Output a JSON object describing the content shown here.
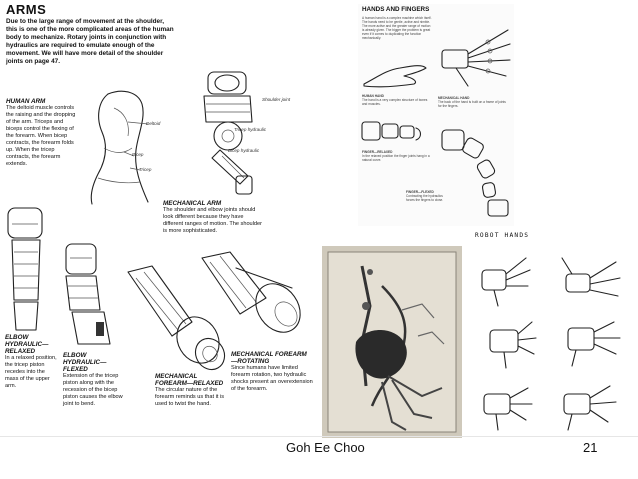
{
  "left_page": {
    "heading": "ARMS",
    "intro": "Due to the large range of movement at the shoulder, this is one of the more complicated areas of the human body to mechanize. Rotary joints in conjunction with hydraulics are required to emulate enough of the movement. We will have more detail of the shoulder joints on page 47.",
    "human_arm": {
      "title": "HUMAN ARM",
      "text": "The deltoid muscle controls the raising and the dropping of the arm. Triceps and biceps control the flexing of the forearm. When bicep contracts, the forearm folds up. When the tricep contracts, the forearm extends.",
      "labels": [
        "Deltoid",
        "Bicep",
        "Tricep"
      ]
    },
    "mech_arm_labels": [
      "Shoulder joint",
      "Tricep hydraulic",
      "Bicep hydraulic"
    ],
    "mechanical_arm": {
      "title": "MECHANICAL ARM",
      "text": "The shoulder and elbow joints should look different because they have different ranges of motion. The shoulder is more sophisticated."
    },
    "elbow_relaxed": {
      "title": "ELBOW HYDRAULIC—RELAXED",
      "text": "In a relaxed position, the tricep piston recedes into the mass of the upper arm."
    },
    "elbow_flexed": {
      "title": "ELBOW HYDRAULIC—FLEXED",
      "text": "Extension of the tricep piston along with the recession of the bicep piston causes the elbow joint to bend."
    },
    "forearm_relaxed": {
      "title": "MECHANICAL FOREARM—RELAXED",
      "text": "The circular nature of the forearm reminds us that it is used to twist the hand."
    },
    "forearm_rotating": {
      "title": "MECHANICAL FOREARM—ROTATING",
      "text": "Since humans have limited forearm rotation, two hydraulic shocks present an overextension of the forearm."
    }
  },
  "right_page": {
    "heading": "HANDS AND FINGERS",
    "intro": "A human hand is a complex machine which itself. The hands need to be gentle, active and nimble. The more active and the greater range of motion is already given. The bigger the problem is great even if it comes to duplicating the function mechanically.",
    "human_hand": {
      "title": "HUMAN HAND",
      "text": "The hand is a very complex structure of bones and muscles."
    },
    "mechanical_hand": {
      "title": "MECHANICAL HAND",
      "text": "The back of the hand is built on a frame of joints for the fingers."
    },
    "finger_relaxed": {
      "title": "FINGER—RELAXED",
      "text": "In the relaxed position the finger joints hang in a natural curve."
    },
    "finger_flexed": {
      "title": "FINGER—FLEXED",
      "text": "Contracting the hydraulics forces the fingers to close."
    }
  },
  "robot_hands_title": "ROBOT HANDS",
  "footer": {
    "author": "Goh Ee Choo",
    "page": "21"
  }
}
